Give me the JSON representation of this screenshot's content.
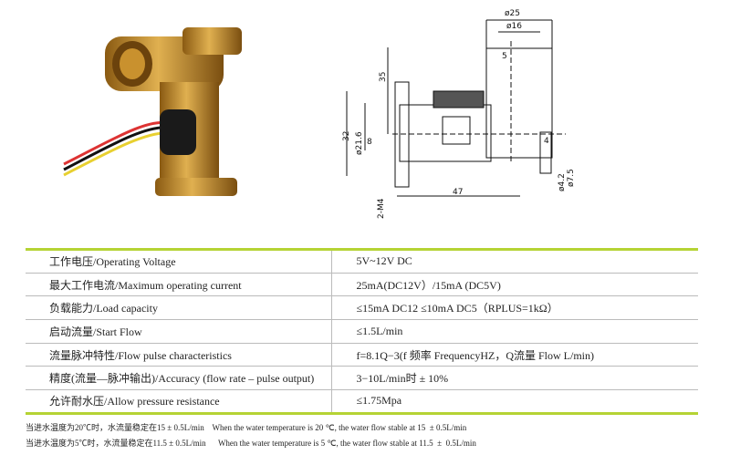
{
  "drawing": {
    "dim_outer": "ø25",
    "dim_inner": "ø16",
    "dim_35": "35",
    "dim_32": "32",
    "dim_216": "ø21.6",
    "dim_8": "8",
    "dim_5": "5",
    "dim_4": "4",
    "dim_47": "47",
    "dim_m4": "2-M4",
    "dim_42": "ø4.2",
    "dim_75": "ø7.5"
  },
  "specs": [
    {
      "label": "工作电压/Operating Voltage",
      "value": "5V~12V DC"
    },
    {
      "label": "最大工作电流/Maximum operating current",
      "value": "25mA(DC12V）/15mA (DC5V)"
    },
    {
      "label": "负载能力/Load capacity",
      "value": "≤15mA DC12  ≤10mA DC5（RPLUS=1kΩ）"
    },
    {
      "label": "启动流量/Start Flow",
      "value": "≤1.5L/min"
    },
    {
      "label": "流量脉冲特性/Flow pulse characteristics",
      "value": "f=8.1Q−3(f 频率 FrequencyHZ，Q流量 Flow L/min)"
    },
    {
      "label": "精度(流量—脉冲输出)/Accuracy (flow rate – pulse output)",
      "value": "3−10L/min时 ± 10%"
    },
    {
      "label": "允许耐水压/Allow pressure resistance",
      "value": "≤1.75Mpa"
    }
  ],
  "notes": [
    "当进水温度为20℃时，水流量稳定在15 ± 0.5L/min    When the water temperature is 20 ℃, the water flow stable at 15  ± 0.5L/min",
    "当进水温度为5℃时，水流量稳定在11.5 ± 0.5L/min      When the water temperature is 5 ℃, the water flow stable at 11.5  ±  0.5L/min"
  ]
}
